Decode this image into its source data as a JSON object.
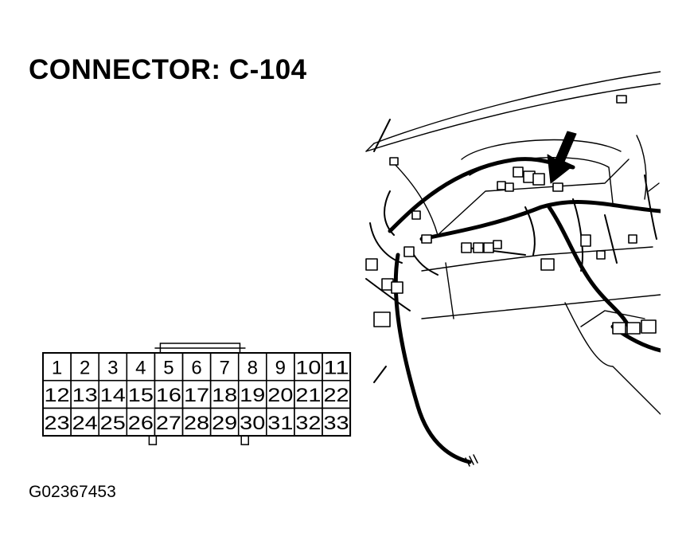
{
  "title": "CONNECTOR: C-104",
  "figure_code": "G02367453",
  "connector": {
    "rows": [
      [
        "1",
        "2",
        "3",
        "4",
        "5",
        "6",
        "7",
        "8",
        "9",
        "10",
        "11"
      ],
      [
        "12",
        "13",
        "14",
        "15",
        "16",
        "17",
        "18",
        "19",
        "20",
        "21",
        "22"
      ],
      [
        "23",
        "24",
        "25",
        "26",
        "27",
        "28",
        "29",
        "30",
        "31",
        "32",
        "33"
      ]
    ]
  },
  "illustration": {
    "subject": "dashboard wiring harness",
    "pointer": "arrow-icon"
  }
}
